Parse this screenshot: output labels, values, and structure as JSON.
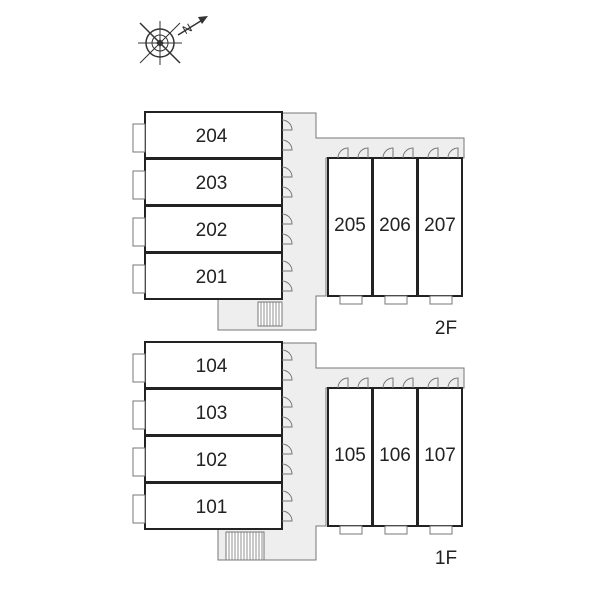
{
  "compass": {
    "north_letter": "N",
    "icon": "compass-icon"
  },
  "floors": [
    {
      "label": "2F",
      "left_units": [
        "204",
        "203",
        "202",
        "201"
      ],
      "right_units": [
        "205",
        "206",
        "207"
      ]
    },
    {
      "label": "1F",
      "left_units": [
        "104",
        "103",
        "102",
        "101"
      ],
      "right_units": [
        "105",
        "106",
        "107"
      ]
    }
  ],
  "colors": {
    "wall": "#222222",
    "corridor": "#eeeeee",
    "line": "#777777"
  }
}
